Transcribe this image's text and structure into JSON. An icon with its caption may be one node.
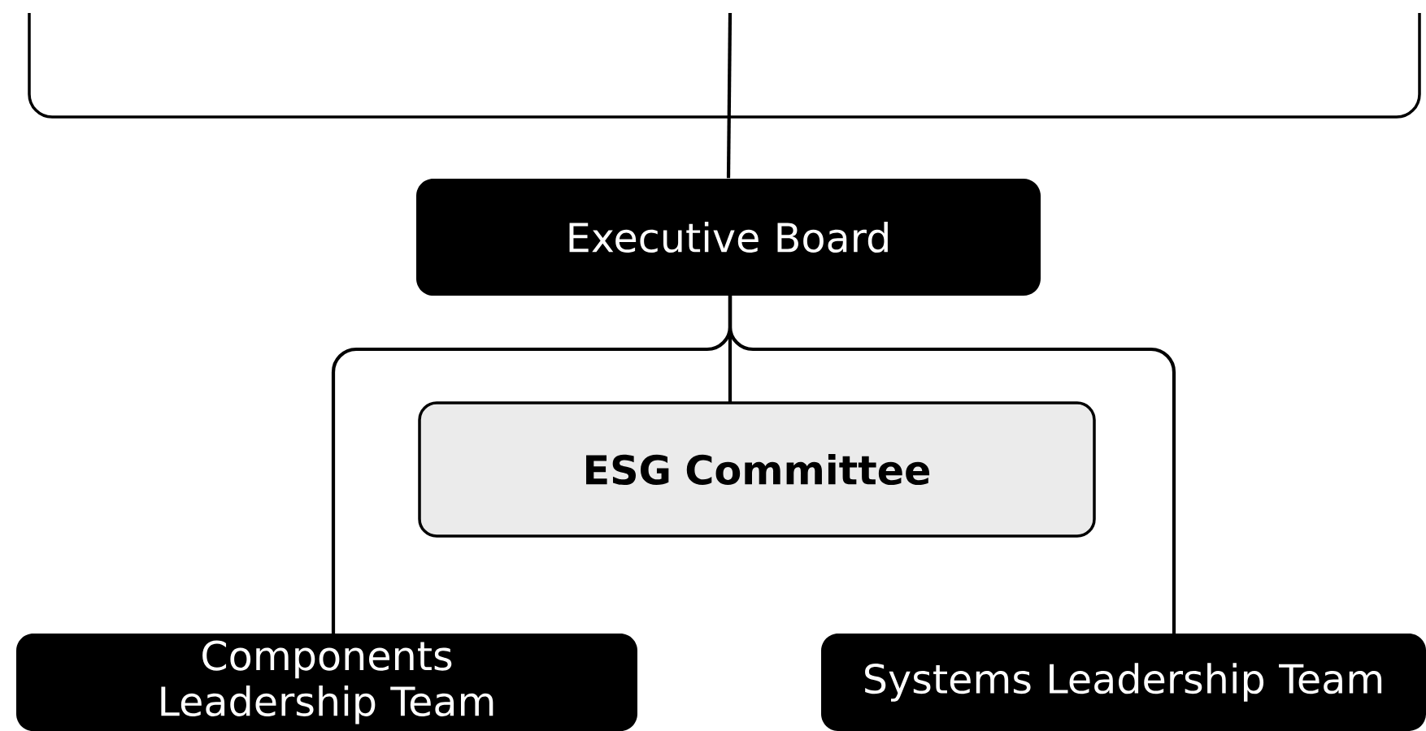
{
  "diagram": {
    "nodes": [
      {
        "text": [
          "Executive Board"
        ]
      },
      {
        "text": [
          "ESG Committee"
        ]
      },
      {
        "text": [
          "Components Leadership Team"
        ]
      },
      {
        "text": [
          "Systems Leadership Team"
        ]
      }
    ],
    "edges": [
      {
        "from": null,
        "to": 0,
        "arrow": "none"
      },
      {
        "from": 0,
        "to": 1,
        "arrow": "none"
      },
      {
        "from": 0,
        "to": 2,
        "arrow": "none"
      },
      {
        "from": 0,
        "to": 3,
        "arrow": "none"
      }
    ]
  }
}
